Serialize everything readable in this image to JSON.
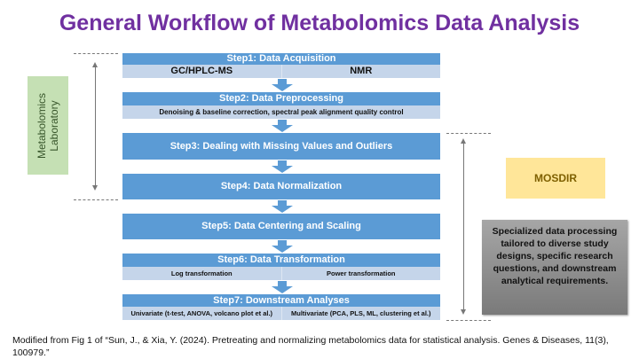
{
  "title": "General Workflow of Metabolomics Data Analysis",
  "side_label_left": "Metabolomics Laboratory",
  "side_label_right": "MOSDIR",
  "note": "Specialized data processing tailored to diverse study designs, specific research questions, and downstream analytical requirements.",
  "steps": [
    {
      "label": "Step1: Data Acquisition",
      "subs": [
        "GC/HPLC-MS",
        "NMR"
      ]
    },
    {
      "label": "Step2: Data Preprocessing",
      "subs": [
        "Denoising & baseline correction, spectral peak alignment quality control"
      ]
    },
    {
      "label": "Step3: Dealing with Missing Values and Outliers"
    },
    {
      "label": "Step4: Data Normalization"
    },
    {
      "label": "Step5: Data Centering and Scaling"
    },
    {
      "label": "Step6: Data Transformation",
      "subs": [
        "Log transformation",
        "Power transformation"
      ]
    },
    {
      "label": "Step7: Downstream Analyses",
      "subs": [
        "Univariate (t-test, ANOVA, volcano plot et al.)",
        "Multivariate (PCA, PLS, ML, clustering et al.)"
      ]
    }
  ],
  "citation": "Modified from Fig 1 of “Sun, J., & Xia, Y. (2024). Pretreating and normalizing metabolomics data for statistical analysis. Genes & Diseases, 11(3), 100979.”",
  "colors": {
    "title": "#7030a0",
    "step": "#5b9bd5",
    "sub": "#c5d5ea",
    "green": "#c5e0b4",
    "yellow": "#ffe699"
  }
}
